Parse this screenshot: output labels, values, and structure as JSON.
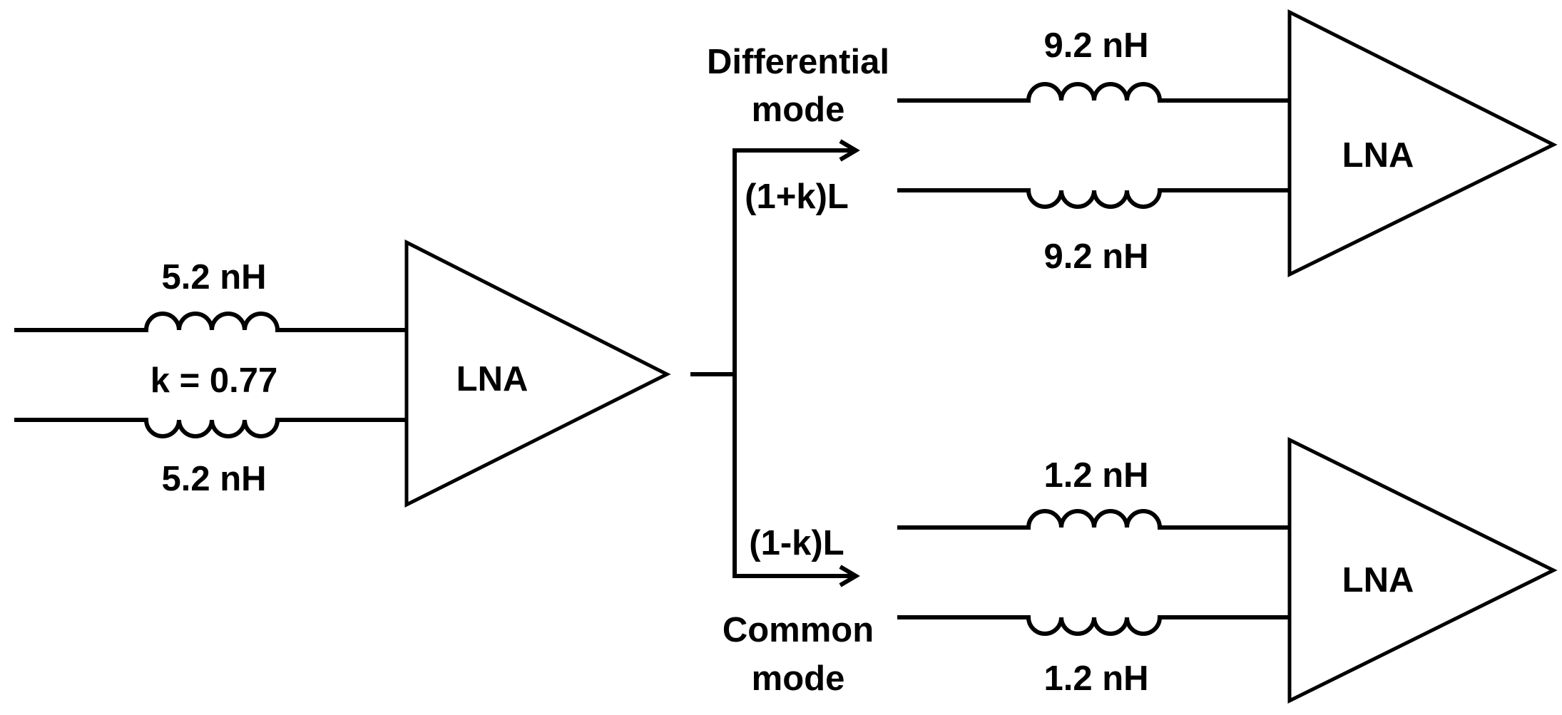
{
  "colors": {
    "line": "#000000",
    "background": "#ffffff"
  },
  "input_stage": {
    "top_inductor_label": "5.2 nH",
    "coupling_label": "k = 0.77",
    "bottom_inductor_label": "5.2 nH",
    "amplifier_label": "LNA"
  },
  "differential_branch": {
    "mode_label_line1": "Differential",
    "mode_label_line2": "mode",
    "inductance_label": "(1+k)L",
    "top_inductor_label": "9.2 nH",
    "bottom_inductor_label": "9.2 nH",
    "amplifier_label": "LNA"
  },
  "common_branch": {
    "mode_label_line1": "Common",
    "mode_label_line2": "mode",
    "inductance_label": "(1-k)L",
    "top_inductor_label": "1.2 nH",
    "bottom_inductor_label": "1.2 nH",
    "amplifier_label": "LNA"
  }
}
